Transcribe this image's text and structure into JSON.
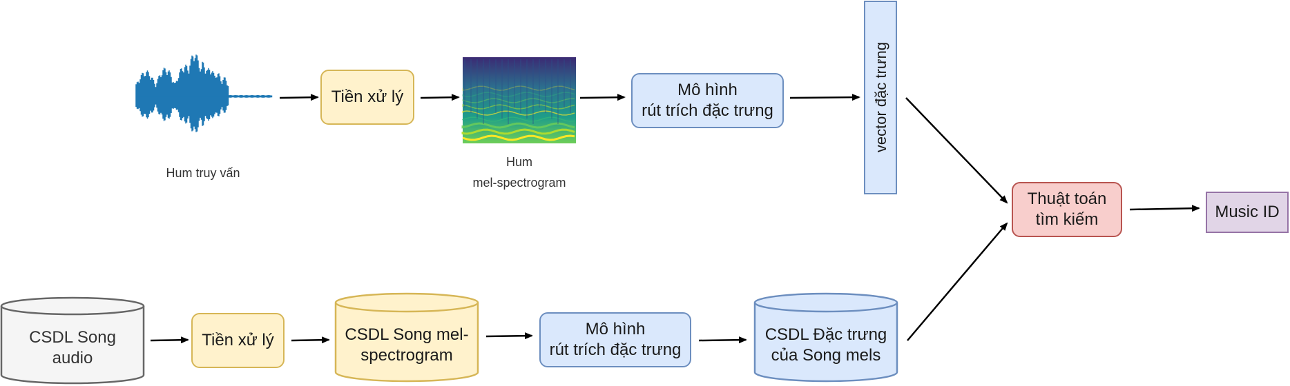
{
  "nodes": {
    "hum_query_caption": "Hum truy vấn",
    "preprocess_top": "Tiền xử lý",
    "hum_mel_caption": "Hum\nmel-spectrogram",
    "model_top": "Mô hình\nrút trích đặc trưng",
    "feature_vector": "vector đặc trưng",
    "search_algorithm": "Thuật toán\ntìm kiếm",
    "music_id": "Music ID",
    "db_song_audio": "CSDL Song\naudio",
    "preprocess_bottom": "Tiền xử lý",
    "db_song_mel": "CSDL Song mel-\nspectrogram",
    "model_bottom": "Mô hình\nrút trích đặc trưng",
    "db_song_features": "CSDL Đặc trưng\ncủa Song mels"
  },
  "colors": {
    "yellow_fill": "#fff2cc",
    "yellow_stroke": "#d6b656",
    "blue_fill": "#dae8fc",
    "blue_stroke": "#6c8ebf",
    "red_fill": "#f8cecc",
    "red_stroke": "#b85450",
    "purple_fill": "#e1d5e7",
    "purple_stroke": "#9673a6",
    "gray_fill": "#f5f5f5",
    "gray_stroke": "#666666",
    "waveform": "#1f78b4"
  }
}
